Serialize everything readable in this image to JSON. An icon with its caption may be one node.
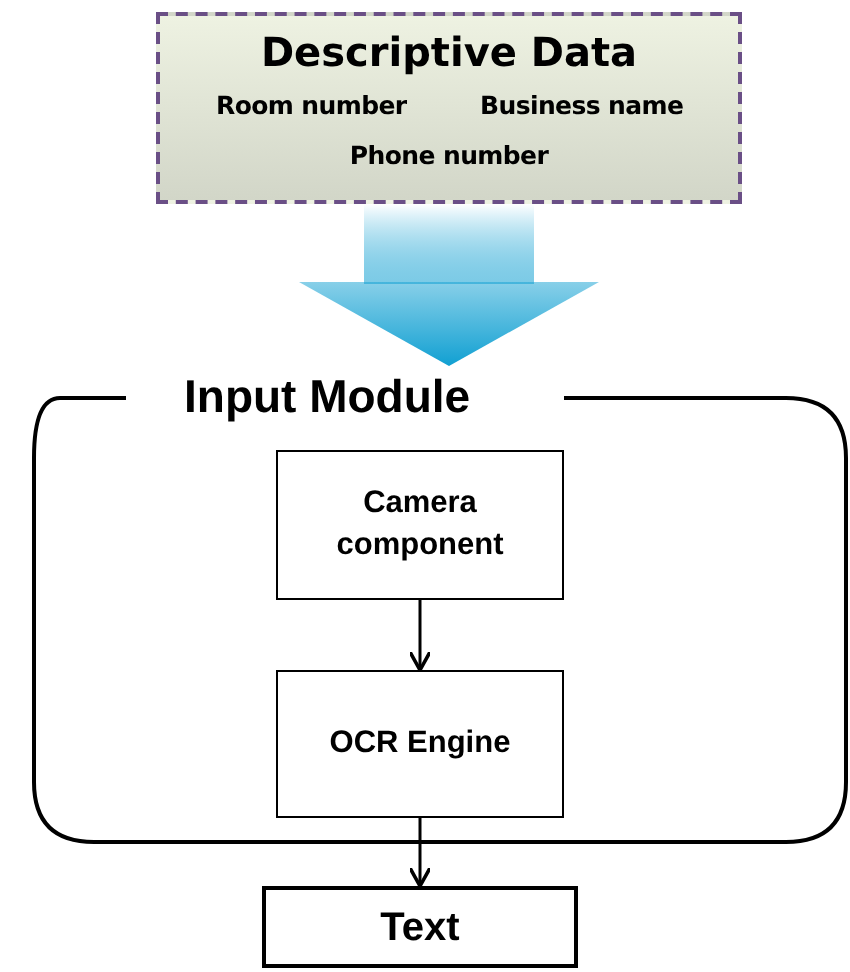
{
  "diagram": {
    "nodes": [
      {
        "text": [
          "Descriptive Data",
          "Room number",
          "Business name",
          "Phone number"
        ]
      },
      {
        "text": [
          "Input Module"
        ]
      },
      {
        "text": [
          "Camera component"
        ],
        "in": 1
      },
      {
        "text": [
          "OCR Engine"
        ],
        "in": 1
      },
      {
        "text": [
          "Text"
        ]
      }
    ],
    "edges": [
      {
        "from": 0,
        "to": 1,
        "arrow": "to",
        "style": "thick",
        "color": "#11a0d2"
      },
      {
        "from": 2,
        "to": 3,
        "arrow": "to"
      },
      {
        "from": 3,
        "to": 4,
        "arrow": "to"
      }
    ]
  }
}
